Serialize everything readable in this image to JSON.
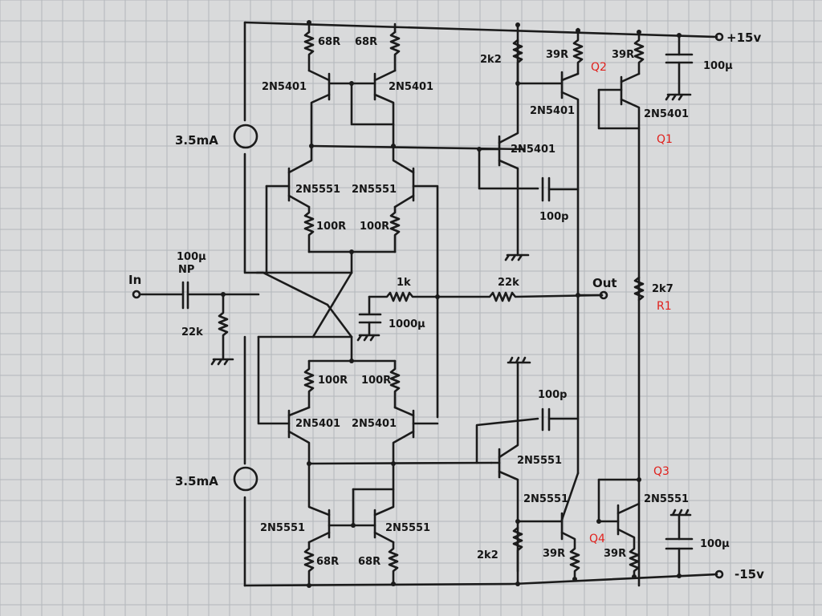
{
  "supply": {
    "positive": "+15v",
    "negative": "-15v"
  },
  "terminals": {
    "input": "In",
    "output": "Out"
  },
  "current_sources": {
    "top": "3.5mA",
    "bottom": "3.5mA"
  },
  "resistors": {
    "top_left": "68R",
    "top_right": "68R",
    "bot_left": "68R",
    "bot_right": "68R",
    "emit_top_l": "100R",
    "emit_top_r": "100R",
    "emit_bot_l": "100R",
    "emit_bot_r": "100R",
    "input_shunt": "22k",
    "feedback_1k": "1k",
    "feedback_22k": "22k",
    "pos_2k2": "2k2",
    "neg_2k2": "2k2",
    "q2_39r": "39R",
    "q1_39r": "39R",
    "q4_39r_a": "39R",
    "q4_39r_b": "39R",
    "r1": "2k7"
  },
  "capacitors": {
    "input": [
      "100µ",
      "NP"
    ],
    "feedback": "1000µ",
    "comp_top": "100p",
    "comp_bot": "100p",
    "decouple_pos": "100µ",
    "decouple_neg": "100µ"
  },
  "transistors": {
    "mirror_top_l": "2N5401",
    "mirror_top_r": "2N5401",
    "diff_top_l": "2N5551",
    "diff_top_r": "2N5551",
    "diff_bot_l": "2N5401",
    "diff_bot_r": "2N5401",
    "mirror_bot_l": "2N5551",
    "mirror_bot_r": "2N5551",
    "vas_top": "2N5401",
    "vas_bot": "2N5551",
    "q2": "2N5401",
    "q1": "2N5401",
    "q3": "2N5551",
    "q4": "2N5551"
  },
  "annotations": {
    "q1": "Q1",
    "q2": "Q2",
    "q3": "Q3",
    "q4": "Q4",
    "r1": "R1"
  },
  "colors": {
    "paper": "#d9dadb",
    "grid": "#b3b7bb",
    "ink": "#1b1b1b",
    "annotation": "#e0201c"
  }
}
